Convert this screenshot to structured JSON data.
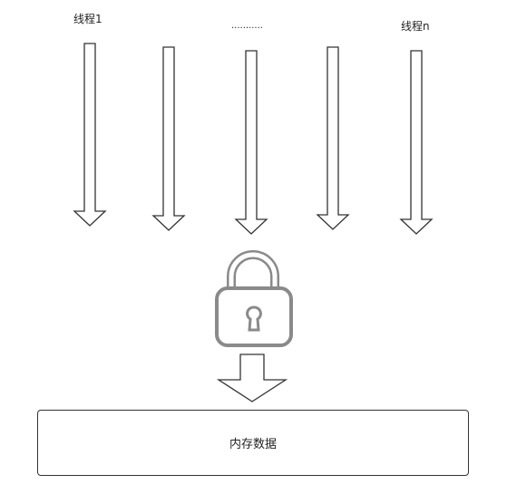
{
  "labels": {
    "thread_first": "线程1",
    "thread_ellipsis": "...........",
    "thread_last": "线程n"
  },
  "memory": {
    "label": "内存数据"
  },
  "icons": {
    "lock": "lock-icon"
  }
}
